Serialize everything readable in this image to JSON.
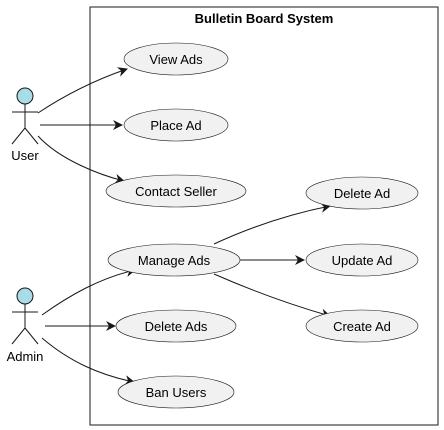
{
  "system": {
    "title": "Bulletin Board System"
  },
  "actors": {
    "user": {
      "label": "User"
    },
    "admin": {
      "label": "Admin"
    }
  },
  "use_cases": {
    "view_ads": "View Ads",
    "place_ad": "Place Ad",
    "contact_seller": "Contact Seller",
    "manage_ads": "Manage Ads",
    "delete_ads": "Delete Ads",
    "ban_users": "Ban Users",
    "delete_ad": "Delete Ad",
    "update_ad": "Update Ad",
    "create_ad": "Create Ad"
  },
  "edges": [
    {
      "from": "user",
      "to": "view_ads"
    },
    {
      "from": "user",
      "to": "place_ad"
    },
    {
      "from": "user",
      "to": "contact_seller"
    },
    {
      "from": "admin",
      "to": "manage_ads"
    },
    {
      "from": "admin",
      "to": "delete_ads"
    },
    {
      "from": "admin",
      "to": "ban_users"
    },
    {
      "from": "manage_ads",
      "to": "delete_ad"
    },
    {
      "from": "manage_ads",
      "to": "update_ad"
    },
    {
      "from": "manage_ads",
      "to": "create_ad"
    }
  ],
  "colors": {
    "actor_head": "#a8dce6",
    "usecase_fill": "#f1f1f1",
    "stroke": "#181818"
  }
}
